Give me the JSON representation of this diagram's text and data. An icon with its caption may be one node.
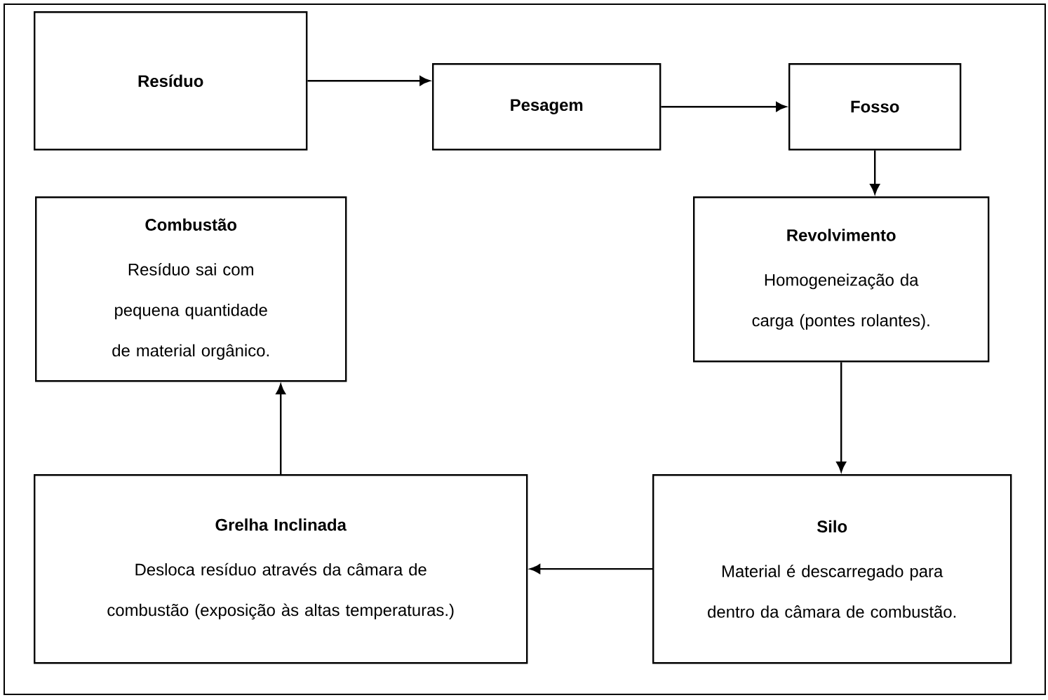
{
  "diagram": {
    "nodes": [
      {
        "text": [
          "Resíduo"
        ]
      },
      {
        "text": [
          "Pesagem"
        ]
      },
      {
        "text": [
          "Fosso"
        ]
      },
      {
        "text": [
          "Combustão",
          "Resíduo sai com pequena quantidade de material orgânico."
        ]
      },
      {
        "text": [
          "Revolvimento",
          "Homogeneização da carga (pontes rolantes)."
        ]
      },
      {
        "text": [
          "Grelha Inclinada",
          "Desloca resíduo através da câmara de combustão (exposição às altas temperaturas.)"
        ]
      },
      {
        "text": [
          "Silo",
          "Material é descarregado para dentro da câmara de combustão."
        ]
      }
    ],
    "edges": [
      {
        "from": 0,
        "to": 1,
        "arrow": "to"
      },
      {
        "from": 1,
        "to": 2,
        "arrow": "to"
      },
      {
        "from": 2,
        "to": 4,
        "arrow": "to"
      },
      {
        "from": 4,
        "to": 6,
        "arrow": "to"
      },
      {
        "from": 6,
        "to": 5,
        "arrow": "to"
      },
      {
        "from": 5,
        "to": 3,
        "arrow": "to"
      }
    ]
  }
}
